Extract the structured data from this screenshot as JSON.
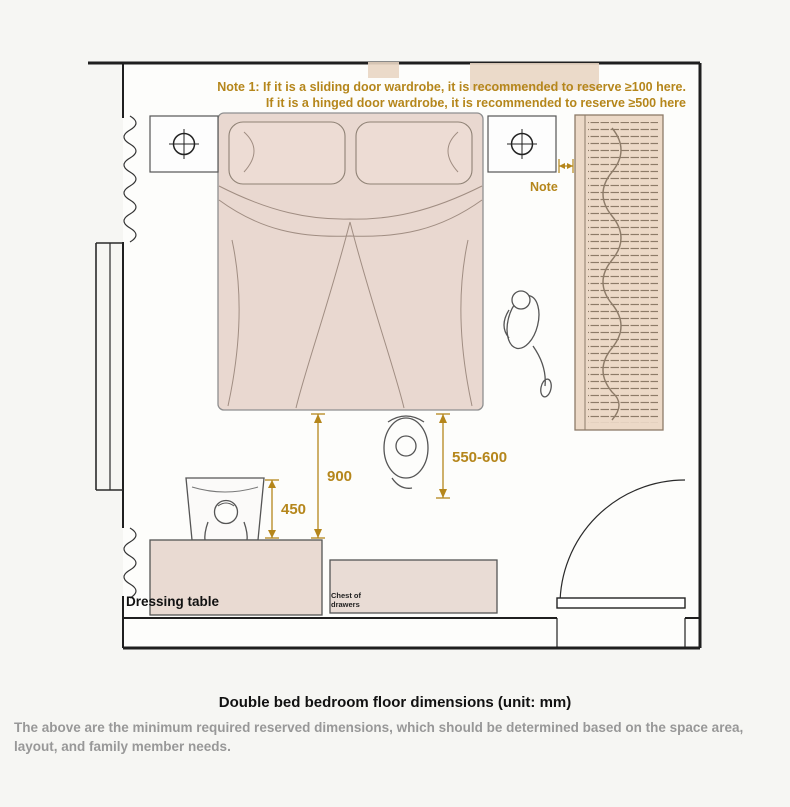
{
  "notes": {
    "line1": "Note 1: If it is a sliding door wardrobe, it is recommended to reserve ≥100 here.",
    "line2": "If it is a hinged door wardrobe, it is recommended to reserve ≥500 here",
    "note_label": "Note"
  },
  "dimensions": {
    "bed_to_dressing_table": "900",
    "stool_clearance": "450",
    "bed_to_wardrobe": "550-600"
  },
  "furniture": {
    "dressing_table": "Dressing table",
    "chest_of_drawers": "Chest of drawers"
  },
  "caption": "Double bed bedroom floor dimensions (unit: mm)",
  "footer": "The above are the minimum required reserved dimensions, which should be determined based on the space area, layout, and family member needs.",
  "colors": {
    "accent": "#b5861b",
    "wall": "#1f1f1f",
    "furniture_fill": "#e9dad2",
    "wardrobe_fill": "#ecd9c7",
    "footer_text": "#989898"
  }
}
